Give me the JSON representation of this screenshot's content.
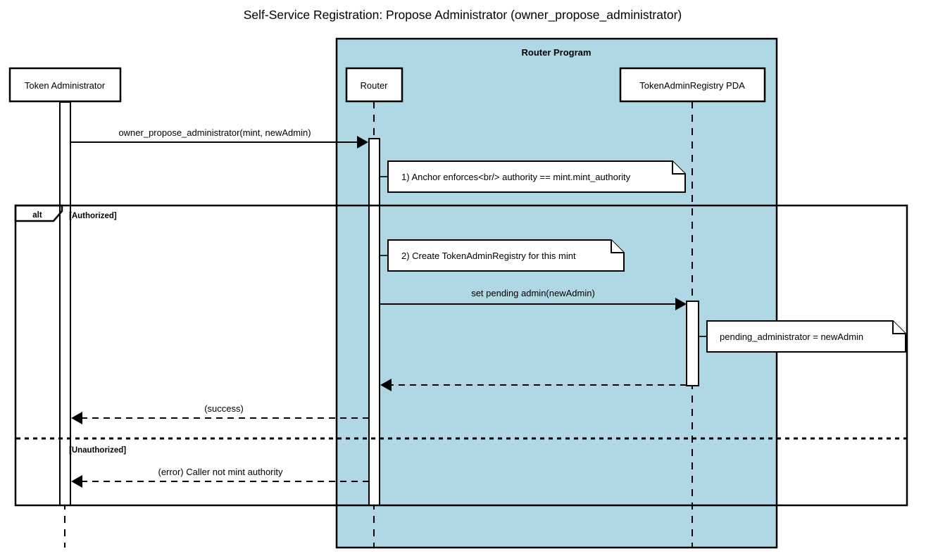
{
  "title": "Self-Service Registration: Propose Administrator (owner_propose_administrator)",
  "group": {
    "label": "Router Program"
  },
  "participants": [
    {
      "id": "token-administrator",
      "label": "Token Administrator"
    },
    {
      "id": "router",
      "label": "Router"
    },
    {
      "id": "token-admin-registry-pda",
      "label": "TokenAdminRegistry PDA"
    }
  ],
  "messages": [
    {
      "id": "m1",
      "label": "owner_propose_administrator(mint, newAdmin)",
      "kind": "sync-call"
    },
    {
      "id": "m2",
      "label": "set pending admin(newAdmin)",
      "kind": "sync-call"
    },
    {
      "id": "m3",
      "label": "",
      "kind": "return"
    },
    {
      "id": "m4",
      "label": "(success)",
      "kind": "return"
    },
    {
      "id": "m5",
      "label": "(error) Caller not mint authority",
      "kind": "return"
    }
  ],
  "notes": [
    {
      "id": "n1",
      "text": "1) Anchor enforces<br/> authority == mint.mint_authority"
    },
    {
      "id": "n2",
      "text": "2) Create TokenAdminRegistry for this mint"
    },
    {
      "id": "n3",
      "text": "pending_administrator = newAdmin"
    }
  ],
  "fragment": {
    "operator": "alt",
    "conditions": [
      {
        "id": "c1",
        "label": "[Authorized]"
      },
      {
        "id": "c2",
        "label": "[Unauthorized]"
      }
    ]
  },
  "colors": {
    "group_fill": "#AFD8E4",
    "stroke": "#000000",
    "background": "#FFFFFF",
    "note_fill": "#FFFFFF"
  }
}
